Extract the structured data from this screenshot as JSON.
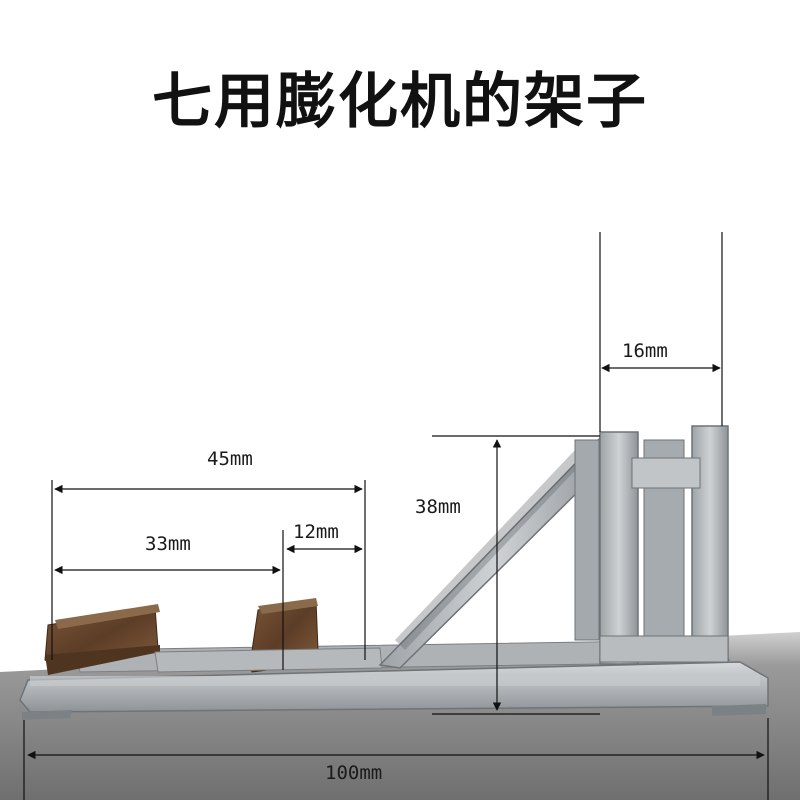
{
  "title": "七用膨化机的架子",
  "dimensions": {
    "total_length": "100mm",
    "left_section": "45mm",
    "left_inner": "33mm",
    "left_gap": "12mm",
    "height": "38mm",
    "right_width": "16mm"
  },
  "colors": {
    "steel": "#b9bdc0",
    "steel_dark": "#8d9296",
    "rust": "#6b4a30",
    "floor": "#8a8a8a",
    "background": "#ffffff",
    "text": "#111111"
  }
}
